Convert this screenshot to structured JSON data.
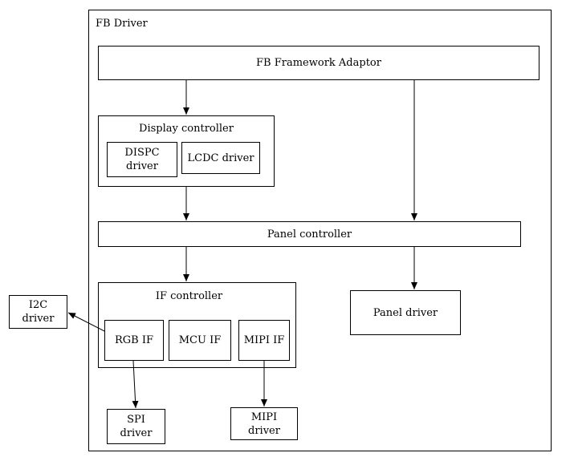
{
  "outer": {
    "title": "FB Driver"
  },
  "framework_adaptor": {
    "label": "FB Framework Adaptor"
  },
  "display_controller": {
    "title": "Display controller",
    "dispc": "DISPC\ndriver",
    "lcdc": "LCDC driver"
  },
  "panel_controller": {
    "label": "Panel controller"
  },
  "if_controller": {
    "title": "IF controller",
    "rgb": "RGB IF",
    "mcu": "MCU IF",
    "mipi": "MIPI IF"
  },
  "panel_driver": {
    "label": "Panel driver"
  },
  "i2c_driver": {
    "label": "I2C\ndriver"
  },
  "spi_driver": {
    "label": "SPI\ndriver"
  },
  "mipi_driver": {
    "label": "MIPI\ndriver"
  }
}
